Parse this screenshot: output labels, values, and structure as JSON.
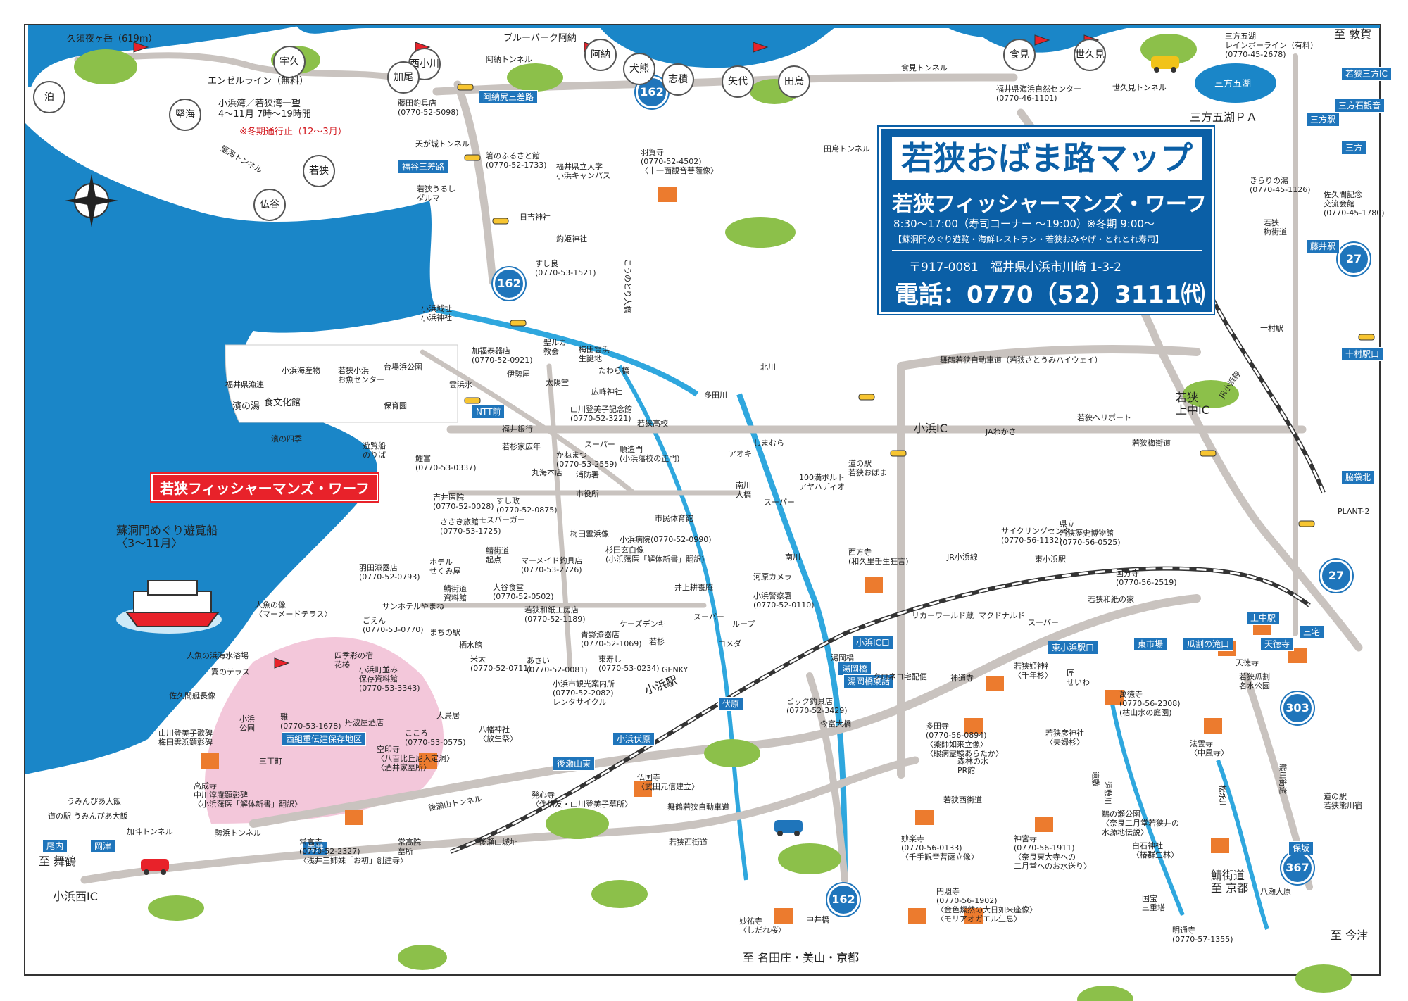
{
  "title_box": {
    "title": "若狭おばま路マップ",
    "subtitle": "若狭フィッシャーマンズ・ワーフ",
    "hours": "8:30～17:00（寿司コーナー ～19:00）※冬期 9:00～",
    "facilities": "【蘇洞門めぐり遊覧・海鮮レストラン・若狭おみやげ・とれとれ寿司】",
    "address": "〒917-0081　福井県小浜市川崎 1-3-2",
    "phone": "電話：0770（52）3111㈹"
  },
  "wharf_label": "若狭フィッシャーマンズ・ワーフ",
  "colors": {
    "sea": "#1a86c8",
    "road": "#c9c3bf",
    "main_road": "#b7b1ad",
    "river": "#2fa7de",
    "park": "#8cc04a",
    "preservation_area": "#f3c7da",
    "title_blue": "#0b5fa6",
    "route_blue": "#1f75bb",
    "accent_red": "#e8222a"
  },
  "icons": [
    "compass-icon",
    "temple-icon",
    "shrine-torii-icon",
    "parking-icon",
    "onsen-icon",
    "car-icon",
    "bus-icon",
    "ship-icon",
    "helicopter-icon",
    "flag-icon",
    "traffic-light-icon",
    "railway-icon"
  ],
  "route_shields": [
    "162",
    "162",
    "162",
    "27",
    "27",
    "303",
    "367"
  ],
  "circle_places": [
    "泊",
    "宇久",
    "西小川",
    "加尾",
    "堅海",
    "若狭",
    "仏谷",
    "阿納",
    "犬熊",
    "志積",
    "矢代",
    "田烏",
    "食見",
    "世久見"
  ],
  "blue_boxes": [
    "阿納尻三差路",
    "福谷三差路",
    "NTT前",
    "小浜IC口",
    "湯岡橋",
    "湯岡橋東詰",
    "伏原",
    "小浜伏原",
    "後瀬山東",
    "東小浜駅口",
    "東市場",
    "瓜割の滝口",
    "天徳寺",
    "三宅",
    "上中駅",
    "十村駅口",
    "脇袋北",
    "三方",
    "三方駅",
    "藤井駅",
    "保坂",
    "尾内",
    "岡津",
    "青井",
    "西組重伝建保存地区",
    "若狭三方IC",
    "三方石観音"
  ],
  "places": [
    {
      "name": "久須夜ヶ岳（619m）"
    },
    {
      "name": "エンゼルライン（無料）"
    },
    {
      "name": "小浜湾／若狭湾一望\n4～11月 7時～19時開"
    },
    {
      "name": "※冬期通行止（12～3月）"
    },
    {
      "name": "堅海トンネル"
    },
    {
      "name": "藤田釣具店\n(0770-52-5098)"
    },
    {
      "name": "阿納トンネル"
    },
    {
      "name": "ブルーパーク阿納"
    },
    {
      "name": "食見トンネル"
    },
    {
      "name": "福井県海浜自然センター\n(0770-46-1101)"
    },
    {
      "name": "世久見トンネル"
    },
    {
      "name": "三方五湖\nレインボーライン（有料）\n(0770-45-2678)"
    },
    {
      "name": "至 敦賀"
    },
    {
      "name": "三方五湖"
    },
    {
      "name": "三方五湖ＰＡ"
    },
    {
      "name": "天が城トンネル"
    },
    {
      "name": "田烏トンネル"
    },
    {
      "name": "箸のふるさと館\n(0770-52-1733)"
    },
    {
      "name": "福井県立大学\n小浜キャンパス"
    },
    {
      "name": "羽賀寺\n(0770-52-4502)\n〈十一面観音菩薩像〉"
    },
    {
      "name": "若狭うるし\nダルマ"
    },
    {
      "name": "日吉神社"
    },
    {
      "name": "釣姫神社"
    },
    {
      "name": "すし良\n(0770-53-1521)"
    },
    {
      "name": "こうのとり大橋"
    },
    {
      "name": "小浜城址\n小浜神社"
    },
    {
      "name": "加福泰器店\n(0770-52-0921)"
    },
    {
      "name": "聖ルカ\n教会"
    },
    {
      "name": "梅田雲浜\n生誕地"
    },
    {
      "name": "伊勢屋"
    },
    {
      "name": "太陽堂"
    },
    {
      "name": "たわら橋"
    },
    {
      "name": "広峰神社"
    },
    {
      "name": "小浜海産物"
    },
    {
      "name": "若狭小浜\nお魚センター"
    },
    {
      "name": "台場浜公園"
    },
    {
      "name": "福井県漁連"
    },
    {
      "name": "濱の湯"
    },
    {
      "name": "食文化館"
    },
    {
      "name": "保育園"
    },
    {
      "name": "雲浜水"
    },
    {
      "name": "福井銀行"
    },
    {
      "name": "山川登美子記念館\n(0770-52-3221)"
    },
    {
      "name": "若狭高校"
    },
    {
      "name": "濱の四季"
    },
    {
      "name": "遊覧船\nのりば"
    },
    {
      "name": "若杉家広年"
    },
    {
      "name": "かねまつ\n(0770-53-2559)"
    },
    {
      "name": "スーパー"
    },
    {
      "name": "順造門\n(小浜藩校の正門)"
    },
    {
      "name": "鯉富\n(0770-53-0337)"
    },
    {
      "name": "丸海本店"
    },
    {
      "name": "消防署"
    },
    {
      "name": "市役所"
    },
    {
      "name": "すし政\n(0770-52-0875)"
    },
    {
      "name": "吉井医院\n(0770-52-0028)"
    },
    {
      "name": "ささき旅館\n(0770-53-1725)"
    },
    {
      "name": "モスバーガー"
    },
    {
      "name": "梅田雲浜像"
    },
    {
      "name": "市民体育館"
    },
    {
      "name": "小浜病院(0770-52-0990)"
    },
    {
      "name": "杉田玄白像\n(小浜藩医「解体新書」翻訳)"
    },
    {
      "name": "マーメイド釣具店\n(0770-53-2726)"
    },
    {
      "name": "鯖街道\n起点"
    },
    {
      "name": "蘇洞門めぐり遊覧船\n〈3～11月〉"
    },
    {
      "name": "羽田漆器店\n(0770-52-0793)"
    },
    {
      "name": "ホテル\nせくみ屋"
    },
    {
      "name": "鯖街道\n資料館"
    },
    {
      "name": "大谷食堂\n(0770-52-0502)"
    },
    {
      "name": "若狭和紙工房店\n(0770-52-1189)"
    },
    {
      "name": "井上耕養庵"
    },
    {
      "name": "河原カメラ"
    },
    {
      "name": "小浜警察署\n(0770-52-0110)"
    },
    {
      "name": "人魚の像\n〈マーメードテラス〉"
    },
    {
      "name": "サンホテルやまね"
    },
    {
      "name": "ごえん\n(0770-53-0770)"
    },
    {
      "name": "まちの駅"
    },
    {
      "name": "栖水館"
    },
    {
      "name": "ケーズデンキ"
    },
    {
      "name": "若杉"
    },
    {
      "name": "スーパー"
    },
    {
      "name": "ループ"
    },
    {
      "name": "コメダ"
    },
    {
      "name": "青野漆器店\n(0770-52-1069)"
    },
    {
      "name": "東寿し\n(0770-53-0234)"
    },
    {
      "name": "あさい\n(0770-52-0081)"
    },
    {
      "name": "GENKY"
    },
    {
      "name": "人魚の浜海水浴場"
    },
    {
      "name": "翼のテラス"
    },
    {
      "name": "四季彩の宿\n花椿"
    },
    {
      "name": "米太\n(0770-52-0711)"
    },
    {
      "name": "小浜町並み\n保存資料館\n(0770-53-3343)"
    },
    {
      "name": "小浜市観光案内所\n(0770-52-2082)\nレンタサイクル"
    },
    {
      "name": "小浜駅"
    },
    {
      "name": "佐久間艇長像"
    },
    {
      "name": "小浜\n公園"
    },
    {
      "name": "雅\n(0770-53-1678)"
    },
    {
      "name": "大鳥居"
    },
    {
      "name": "八幡神社\n〈放生祭〉"
    },
    {
      "name": "丹波屋酒店"
    },
    {
      "name": "こころ\n(0770-53-0575)"
    },
    {
      "name": "山川登美子歌碑\n梅田雲浜顕彰碑"
    },
    {
      "name": "三丁町"
    },
    {
      "name": "空印寺\n〈八百比丘尼入定洞〉\n〈酒井家墓所〉"
    },
    {
      "name": "高成寺\n中川淳庵顕彰碑\n〈小浜藩医「解体新書」翻訳〉"
    },
    {
      "name": "後瀬山トンネル"
    },
    {
      "name": "うみんぴあ大飯"
    },
    {
      "name": "道の駅 うみんぴあ大飯"
    },
    {
      "name": "加斗トンネル"
    },
    {
      "name": "勢浜トンネル"
    },
    {
      "name": "至 舞鶴"
    },
    {
      "name": "小浜西IC"
    },
    {
      "name": "常高寺\n(0770-52-2327)\n〈浅井三姉妹「お初」創建寺〉"
    },
    {
      "name": "常高院\n墓所"
    },
    {
      "name": "後瀬山城址"
    },
    {
      "name": "仏国寺\n〈武田元信建立〉"
    },
    {
      "name": "発心寺\n〈伴信友・山川登美子墓所〉"
    },
    {
      "name": "舞鶴若狭自動車道"
    },
    {
      "name": "若狭西街道"
    },
    {
      "name": "妙祐寺\n〈しだれ桜〉"
    },
    {
      "name": "至 名田庄・美山・京都"
    },
    {
      "name": "中井橋"
    },
    {
      "name": "今富大橋"
    },
    {
      "name": "クロネコ宅配便"
    },
    {
      "name": "ビック釣具店\n(0770-52-3429)"
    },
    {
      "name": "湯岡橋"
    },
    {
      "name": "南川"
    },
    {
      "name": "南川\n大橋"
    },
    {
      "name": "北川"
    },
    {
      "name": "多田川"
    },
    {
      "name": "しまむら"
    },
    {
      "name": "アオキ"
    },
    {
      "name": "スーパー"
    },
    {
      "name": "100満ボルト\nアヤハディオ"
    },
    {
      "name": "道の駅\n若狭おばま"
    },
    {
      "name": "小浜IC"
    },
    {
      "name": "JAわかさ"
    },
    {
      "name": "若狭ヘリポート"
    },
    {
      "name": "若狭梅街道"
    },
    {
      "name": "舞鶴若狭自動車道（若狭さとうみハイウェイ）"
    },
    {
      "name": "若狭\n上中IC"
    },
    {
      "name": "JR小浜線"
    },
    {
      "name": "東小浜駅"
    },
    {
      "name": "サイクリングセンター\n(0770-56-1132)"
    },
    {
      "name": "県立\n若狭歴史博物館\n(0770-56-0525)"
    },
    {
      "name": "西方寺\n(和久里壬生狂言)"
    },
    {
      "name": "国分寺\n(0770-56-2519)"
    },
    {
      "name": "若狭和紙の家"
    },
    {
      "name": "リカーワールド蔵"
    },
    {
      "name": "マクドナルド"
    },
    {
      "name": "スーパー"
    },
    {
      "name": "神通寺"
    },
    {
      "name": "若狭姫神社\n〈千年杉〉"
    },
    {
      "name": "遠敷"
    },
    {
      "name": "匠\nせいわ"
    },
    {
      "name": "萬徳寺\n(0770-56-2308)\n(枯山水の庭園)"
    },
    {
      "name": "天徳寺"
    },
    {
      "name": "若狭瓜割\n名水公園"
    },
    {
      "name": "法雲寺\n〈中風寺〉"
    },
    {
      "name": "多田寺\n(0770-56-0894)\n〈薬師如来立像〉\n〈眼病霊験あらたか〉"
    },
    {
      "name": "若狭彦神社\n〈夫婦杉〉"
    },
    {
      "name": "森林の水\nPR館"
    },
    {
      "name": "若狭西街道"
    },
    {
      "name": "遠敷川"
    },
    {
      "name": "松永川"
    },
    {
      "name": "熊川街道"
    },
    {
      "name": "道の駅\n若狭熊川宿"
    },
    {
      "name": "妙楽寺\n(0770-56-0133)\n〈千手観音菩薩立像〉"
    },
    {
      "name": "神宮寺\n(0770-56-1911)\n〈奈良東大寺への\n二月堂へのお水送り〉"
    },
    {
      "name": "鵜の瀬公園\n〈奈良二月堂若狭井の\n水源地伝説〉"
    },
    {
      "name": "白石神社\n〈椿群生林〉"
    },
    {
      "name": "国宝\n三重塔"
    },
    {
      "name": "明通寺\n(0770-57-1355)"
    },
    {
      "name": "円照寺\n(0770-56-1902)\n〈金色燦然の大日如来座像〉\n〈モリアオガエル生息〉"
    },
    {
      "name": "鯖街道\n至 京都"
    },
    {
      "name": "八瀬大原"
    },
    {
      "name": "至 今津"
    },
    {
      "name": "きらりの湯\n(0770-45-1126)"
    },
    {
      "name": "佐久間記念\n交流会館\n(0770-45-1780)"
    },
    {
      "name": "若狭\n梅街道"
    },
    {
      "name": "十村駅"
    },
    {
      "name": "JR小浜線"
    },
    {
      "name": "PLANT-2"
    }
  ]
}
